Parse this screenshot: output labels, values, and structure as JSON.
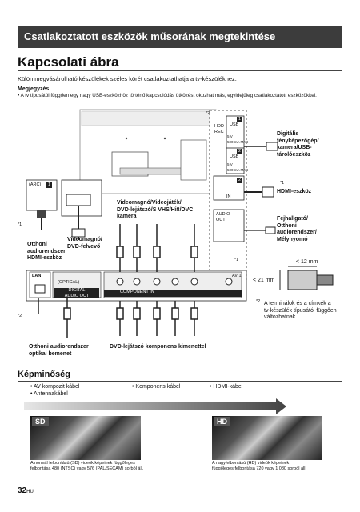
{
  "header": {
    "section_title": "Csatlakoztatott eszközök műsorának megtekintése"
  },
  "page_title": "Kapcsolati ábra",
  "intro": "Külön megvásárolható készülékek széles körét csatlakoztathatja a tv-készülékhez.",
  "note": {
    "heading": "Megjegyzés",
    "bullet": "A tv típusától függően egy nagy USB-eszközhöz történő kapcsolódás ütközést okozhat más, egyidejűleg csatlakoztatott eszközökkel."
  },
  "diagram": {
    "ports": {
      "hdd_rec": "HDD\nREC",
      "usb1": "USB",
      "n1": "1",
      "usb2": "USB",
      "n2": "2",
      "power1": "5 V\n500 mA MAX",
      "power2": "5 V\n500 mA MAX",
      "hdmi_in": "IN",
      "hdmi_num": "2",
      "audio_out": "AUDIO\nOUT",
      "lan": "LAN",
      "optical": "(OPTICAL)",
      "digital_audio_out": "DIGITAL\nAUDIO OUT",
      "component_in": "COMPONENT IN",
      "r_label": "R",
      "l_label": "L(MONO)",
      "pr_label": "PR",
      "pb_label": "PB",
      "y_label": "Y",
      "av_label": "AV 1",
      "hdmi_arc": "(ARC)",
      "arc_num": "1"
    },
    "labels": {
      "digital_camera": "Digitális\nfényképezőgép/\nkamera/USB-\ntárolóeszköz",
      "hdmi_device": "HDMI-eszköz",
      "headphones": "Fejhallgató/\nOtthoni\naudiorendszer/\nMélynyomó",
      "home_audio_hdmi": "Otthoni\naudiorendszer\nHDMI-eszköz",
      "video_dvd": "Videomagnó/\nDVD-felvevő",
      "video_camera": "Videomagnó/Videojáték/\nDVD-lejátszó/S VHS/Hi8/DVC\nkamera",
      "optical_input": "Otthoni audiorendszer\noptikai bemenet",
      "dvd_component": "DVD-lejátszó komponens kimenettel",
      "dim_12": "< 12 mm",
      "dim_21": "< 21 mm",
      "fn1a": "*1",
      "fn1b": "*1",
      "fn1c": "*1",
      "fn2a": "*2",
      "fn2b": "*2",
      "fn2c": "*2",
      "fn2_text": "A terminálok és a címkék a\ntv-készülék típusától függően\nváltozhatnak."
    }
  },
  "image_quality": {
    "heading": "Képminőség",
    "col1": [
      "AV kompozit kábel",
      "Antennakábel"
    ],
    "col2": [
      "Komponens kábel"
    ],
    "col3": [
      "HDMI-kábel"
    ],
    "sd_badge": "SD",
    "hd_badge": "HD",
    "sd_caption": "A normál felbontású (SD) videók képeinek függőleges\nfelbontása 480 (NTSC) vagy 576 (PAL/SECAM) sorból áll.",
    "hd_caption": "A nagyfelbontású (HD) videók képeinek\nfüggőleges felbontása 720 vagy 1 080 sorból áll."
  },
  "footer": {
    "page_num": "32",
    "lang": "HU"
  }
}
